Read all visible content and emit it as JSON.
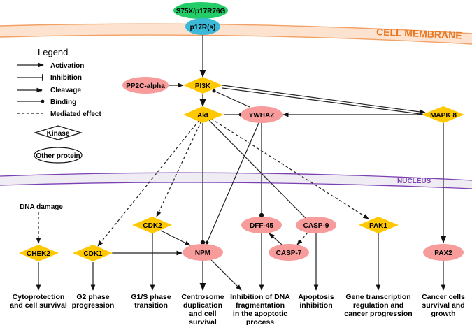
{
  "compartments": {
    "cell_membrane": {
      "label": "CELL MEMBRANE",
      "color": "#E87722",
      "fill": "#FDE3CF"
    },
    "nucleus": {
      "label": "NUCLEUS",
      "color": "#7B3FB3",
      "fill": "#EFEDF3"
    }
  },
  "legend": {
    "title": "Legend",
    "edges": [
      {
        "type": "activation",
        "label": "Activation"
      },
      {
        "type": "inhibition",
        "label": "Inhibition"
      },
      {
        "type": "cleavage",
        "label": "Cleavage"
      },
      {
        "type": "binding",
        "label": "Binding"
      },
      {
        "type": "mediated",
        "label": "Mediated effect"
      }
    ],
    "shapes": [
      {
        "type": "kinase",
        "label": "Kinase"
      },
      {
        "type": "other",
        "label": "Other protein"
      }
    ]
  },
  "colors": {
    "kinase": "#FFC800",
    "protein": "#F79B9B",
    "ligand": "#22CC66",
    "receptor": "#3CB9D6"
  },
  "nodes": {
    "ligand": {
      "label": "S75X/p17R76G",
      "kind": "ligand"
    },
    "receptor": {
      "label": "p17R(s)",
      "kind": "receptor"
    },
    "pp2c": {
      "label": "PP2C-alpha",
      "kind": "protein"
    },
    "pi3k": {
      "label": "PI3K",
      "kind": "kinase"
    },
    "akt": {
      "label": "Akt",
      "kind": "kinase"
    },
    "ywhaz": {
      "label": "YWHAZ",
      "kind": "protein"
    },
    "mapk8": {
      "label": "MAPK 8",
      "kind": "kinase"
    },
    "dna_damage": {
      "label": "DNA damage",
      "kind": "text"
    },
    "chek2": {
      "label": "CHEK2",
      "kind": "kinase"
    },
    "cdk1": {
      "label": "CDK1",
      "kind": "kinase"
    },
    "cdk2": {
      "label": "CDK2",
      "kind": "kinase"
    },
    "npm": {
      "label": "NPM",
      "kind": "protein"
    },
    "dff45": {
      "label": "DFF-45",
      "kind": "protein"
    },
    "casp9": {
      "label": "CASP-9",
      "kind": "protein"
    },
    "casp7": {
      "label": "CASP-7",
      "kind": "protein"
    },
    "pak1": {
      "label": "PAK1",
      "kind": "kinase"
    },
    "pax2": {
      "label": "PAX2",
      "kind": "protein"
    }
  },
  "edges": [
    {
      "from": "receptor",
      "to": "pi3k",
      "type": "activation"
    },
    {
      "from": "pp2c",
      "to": "pi3k",
      "type": "activation"
    },
    {
      "from": "pi3k",
      "to": "akt",
      "type": "activation"
    },
    {
      "from": "ywhaz",
      "to": "pi3k",
      "type": "binding"
    },
    {
      "from": "pi3k",
      "to": "mapk8",
      "type": "activation"
    },
    {
      "from": "akt",
      "to": "ywhaz",
      "type": "binding"
    },
    {
      "from": "mapk8",
      "to": "ywhaz",
      "type": "activation"
    },
    {
      "from": "mapk8",
      "to": "pi3k",
      "type": "binding"
    },
    {
      "from": "akt",
      "to": "cdk1",
      "type": "mediated"
    },
    {
      "from": "akt",
      "to": "cdk2",
      "type": "mediated"
    },
    {
      "from": "akt",
      "to": "npm",
      "type": "binding"
    },
    {
      "from": "akt",
      "to": "casp9",
      "type": "inhibition"
    },
    {
      "from": "akt",
      "to": "pak1",
      "type": "mediated"
    },
    {
      "from": "ywhaz",
      "to": "npm",
      "type": "binding"
    },
    {
      "from": "ywhaz",
      "to": "dff45",
      "type": "binding"
    },
    {
      "from": "mapk8",
      "to": "pax2",
      "type": "activation"
    },
    {
      "from": "dna_damage",
      "to": "chek2",
      "type": "mediated"
    },
    {
      "from": "cdk1",
      "to": "npm",
      "type": "activation"
    },
    {
      "from": "cdk2",
      "to": "npm",
      "type": "activation"
    },
    {
      "from": "casp7",
      "to": "dff45",
      "type": "cleavage"
    },
    {
      "from": "casp9",
      "to": "casp7",
      "type": "mediated"
    }
  ],
  "outcomes": [
    {
      "id": "chek2_out",
      "lines": [
        "Cytoprotection",
        "and cell survival"
      ]
    },
    {
      "id": "cdk1_out",
      "lines": [
        "G2 phase",
        "progression"
      ]
    },
    {
      "id": "cdk2_out",
      "lines": [
        "G1/S phase",
        "transition"
      ]
    },
    {
      "id": "npm_out",
      "lines": [
        "Centrosome",
        "duplication",
        "and cell",
        "survival"
      ]
    },
    {
      "id": "dff45_out",
      "lines": [
        "Inhibition of DNA",
        "fragmentation",
        "in the apoptotic",
        "process"
      ]
    },
    {
      "id": "casp9_out",
      "lines": [
        "Apoptosis",
        "inhibition"
      ]
    },
    {
      "id": "pak1_out",
      "lines": [
        "Gene transcription",
        "regulation and",
        "cancer progression"
      ]
    },
    {
      "id": "pax2_out",
      "lines": [
        "Cancer cells",
        "survival and",
        "growth"
      ]
    }
  ]
}
